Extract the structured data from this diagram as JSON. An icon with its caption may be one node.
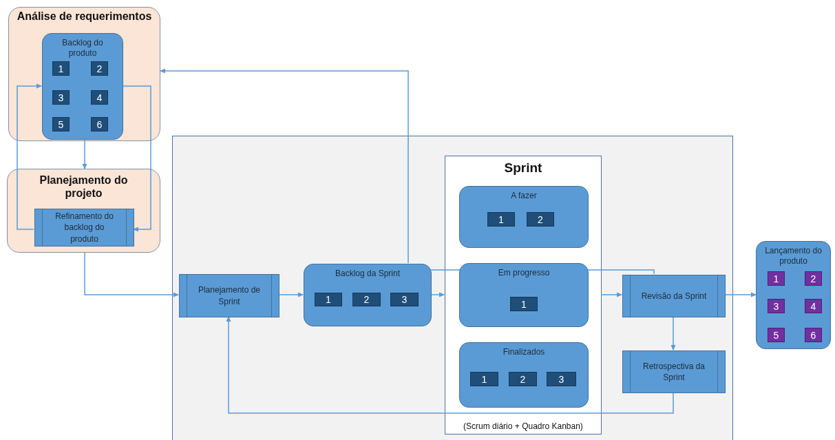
{
  "diagram": {
    "nodes": [
      {
        "text": [
          "Análise de requerimentos"
        ]
      },
      {
        "text": [
          "Backlog do produto"
        ],
        "in": 0
      },
      {
        "text": [
          "1"
        ],
        "in": 1
      },
      {
        "text": [
          "2"
        ],
        "in": 1
      },
      {
        "text": [
          "3"
        ],
        "in": 1
      },
      {
        "text": [
          "4"
        ],
        "in": 1
      },
      {
        "text": [
          "5"
        ],
        "in": 1
      },
      {
        "text": [
          "6"
        ],
        "in": 1
      },
      {
        "text": [
          "Planejamento do projeto"
        ]
      },
      {
        "text": [
          "Refinamento do backlog do produto"
        ],
        "in": 8
      },
      {
        "text": [],
        "shape": "box"
      },
      {
        "text": [
          "Planejamento de Sprint"
        ],
        "in": 10
      },
      {
        "text": [
          "Backlog da Sprint"
        ],
        "in": 10
      },
      {
        "text": [
          "1"
        ],
        "in": 12
      },
      {
        "text": [
          "2"
        ],
        "in": 12
      },
      {
        "text": [
          "3"
        ],
        "in": 12
      },
      {
        "text": [
          "Sprint",
          "(Scrum diário + Quadro Kanban)"
        ],
        "in": 10
      },
      {
        "text": [
          "A fazer"
        ],
        "in": 16
      },
      {
        "text": [
          "1"
        ],
        "in": 17
      },
      {
        "text": [
          "2"
        ],
        "in": 17
      },
      {
        "text": [
          "Em progresso"
        ],
        "in": 16
      },
      {
        "text": [
          "1"
        ],
        "in": 20
      },
      {
        "text": [
          "Finalizados"
        ],
        "in": 16
      },
      {
        "text": [
          "1"
        ],
        "in": 22
      },
      {
        "text": [
          "2"
        ],
        "in": 22
      },
      {
        "text": [
          "3"
        ],
        "in": 22
      },
      {
        "text": [
          "Revisão da Sprint"
        ],
        "in": 10
      },
      {
        "text": [
          "Retrospectiva da Sprint"
        ],
        "in": 10
      },
      {
        "text": [
          "Lançamento do produto"
        ]
      },
      {
        "text": [
          "1"
        ],
        "in": 28
      },
      {
        "text": [
          "2"
        ],
        "in": 28
      },
      {
        "text": [
          "3"
        ],
        "in": 28
      },
      {
        "text": [
          "4"
        ],
        "in": 28
      },
      {
        "text": [
          "5"
        ],
        "in": 28
      },
      {
        "text": [
          "6"
        ],
        "in": 28
      }
    ],
    "edges": [
      {
        "from": 1,
        "to": 8,
        "arrow": "to"
      },
      {
        "from": 9,
        "to": 1,
        "arrow": "to"
      },
      {
        "from": 1,
        "to": 9,
        "arrow": "to"
      },
      {
        "from": 8,
        "to": 11,
        "arrow": "to"
      },
      {
        "from": 11,
        "to": 12,
        "arrow": "to"
      },
      {
        "from": 12,
        "to": 16,
        "arrow": "to"
      },
      {
        "from": 12,
        "to": 0,
        "arrow": "to"
      },
      {
        "from": 12,
        "to": 26,
        "arrow": "none"
      },
      {
        "from": 16,
        "to": 26,
        "arrow": "to"
      },
      {
        "from": 26,
        "to": 28,
        "arrow": "to"
      },
      {
        "from": 26,
        "to": 27,
        "arrow": "to"
      },
      {
        "from": 27,
        "to": 11,
        "arrow": "to"
      }
    ]
  }
}
